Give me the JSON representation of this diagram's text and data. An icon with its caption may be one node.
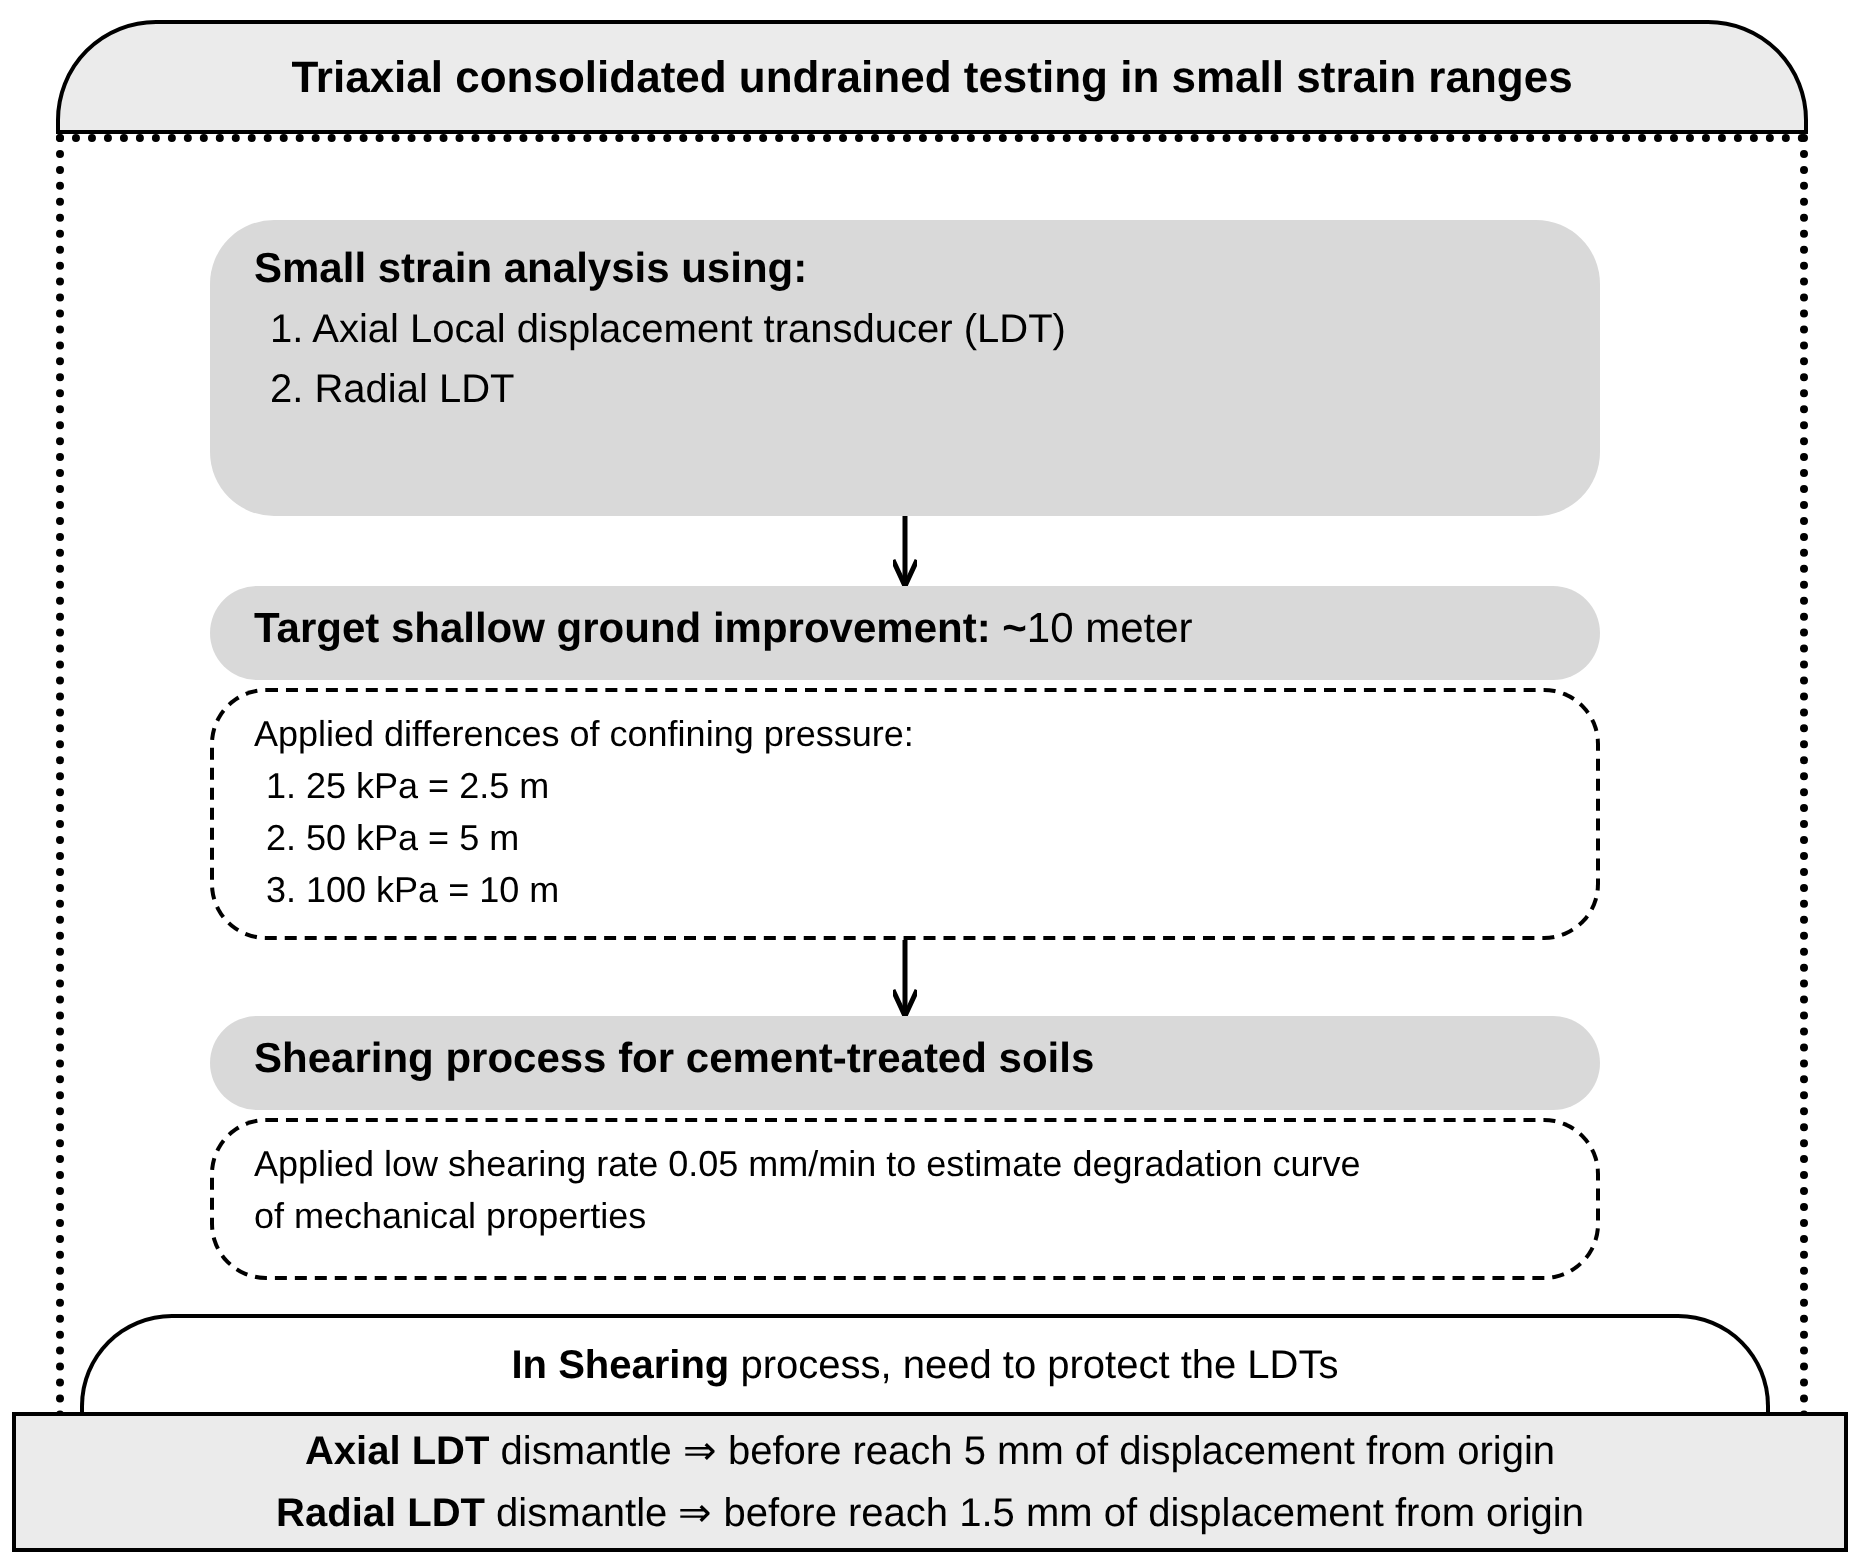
{
  "diagram": {
    "nodes": [
      {
        "text": [
          "Triaxial consolidated undrained testing in small strain ranges"
        ]
      },
      {
        "text": [
          "Small strain analysis using:",
          "1. Axial Local displacement transducer (LDT)",
          "2. Radial LDT"
        ],
        "in": 0
      },
      {
        "text": [
          "**Target shallow ground improvement: ~**10 meter"
        ],
        "in": 0
      },
      {
        "text": [
          "Applied differences of confining pressure:",
          "1. 25 kPa = 2.5 m",
          "2. 50 kPa = 5 m",
          "3. 100 kPa = 10 m"
        ],
        "in": 0
      },
      {
        "text": [
          "Shearing process for cement-treated soils"
        ],
        "in": 0
      },
      {
        "text": [
          "Applied low shearing rate 0.05 mm/min to estimate degradation curve of mechanical properties"
        ],
        "in": 0
      },
      {
        "text": [
          "**In Shearing** process, need to protect the LDTs"
        ],
        "in": 0
      },
      {
        "text": [
          "**Axial LDT** dismantle ⇒ before reach 5 mm of displacement from origin",
          "**Radial LDT** dismantle ⇒ before reach 1.5 mm of displacement from origin"
        ]
      }
    ],
    "edges": [
      {
        "from": 1,
        "to": 2,
        "arrow": "to"
      },
      {
        "from": 3,
        "to": 4,
        "arrow": "to"
      }
    ]
  }
}
